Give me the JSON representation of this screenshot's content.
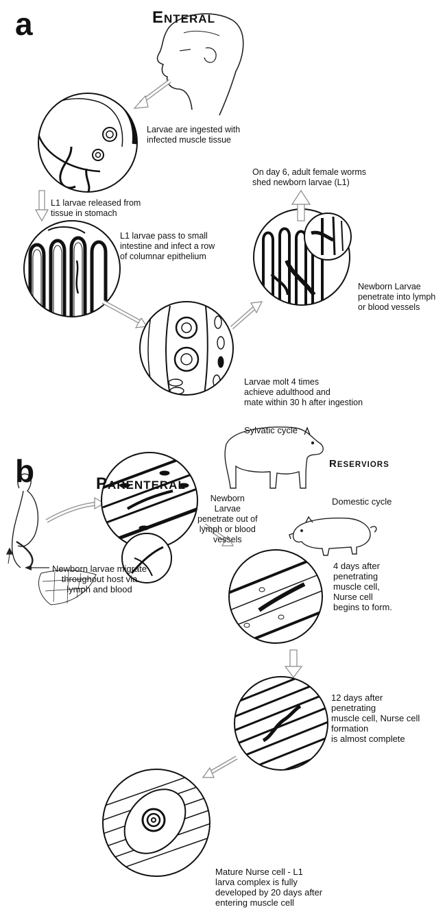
{
  "panel_a": {
    "letter": "a",
    "title_first": "E",
    "title_rest": "NTERAL",
    "captions": {
      "ingest": "Larvae are ingested with\ninfected muscle tissue",
      "release": "L1 larvae released from\ntissue in stomach",
      "intestine": "L1 larvae pass to small\nintestine and infect a row\nof columnar epithelium",
      "molt": "Larvae molt 4 times\nachieve adulthood and\nmate within 30 h after ingestion",
      "shed": "On day 6, adult female worms\nshed newborn larvae (L1)",
      "penetrate": "Newborn Larvae\npenetrate into lymph\nor blood vessels"
    }
  },
  "panel_b": {
    "letter": "b",
    "title_first": "P",
    "title_rest": "ARENTERAL",
    "reservoirs_first": "R",
    "reservoirs_rest": "ESERVIORS",
    "sylvatic": "Sylvatic cycle",
    "domestic": "Domestic cycle",
    "captions": {
      "out": "Newborn\nLarvae\npenetrate out of\nlymph or blood\nvessels",
      "migrate": "Newborn larvae migrate\nthroughout host via\nlymph and blood",
      "day4": "4 days after\npenetrating\nmuscle cell,\nNurse cell\nbegins to form.",
      "day12": "12 days after\npenetrating\nmuscle cell, Nurse cell\nformation\nis almost complete",
      "mature": "Mature Nurse cell - L1\nlarva complex is fully\ndeveloped by 20 days after\nentering muscle cell"
    }
  },
  "icons": [
    "human-head-icon",
    "stomach-icon",
    "bear-icon",
    "pig-icon",
    "human-body-icon"
  ]
}
